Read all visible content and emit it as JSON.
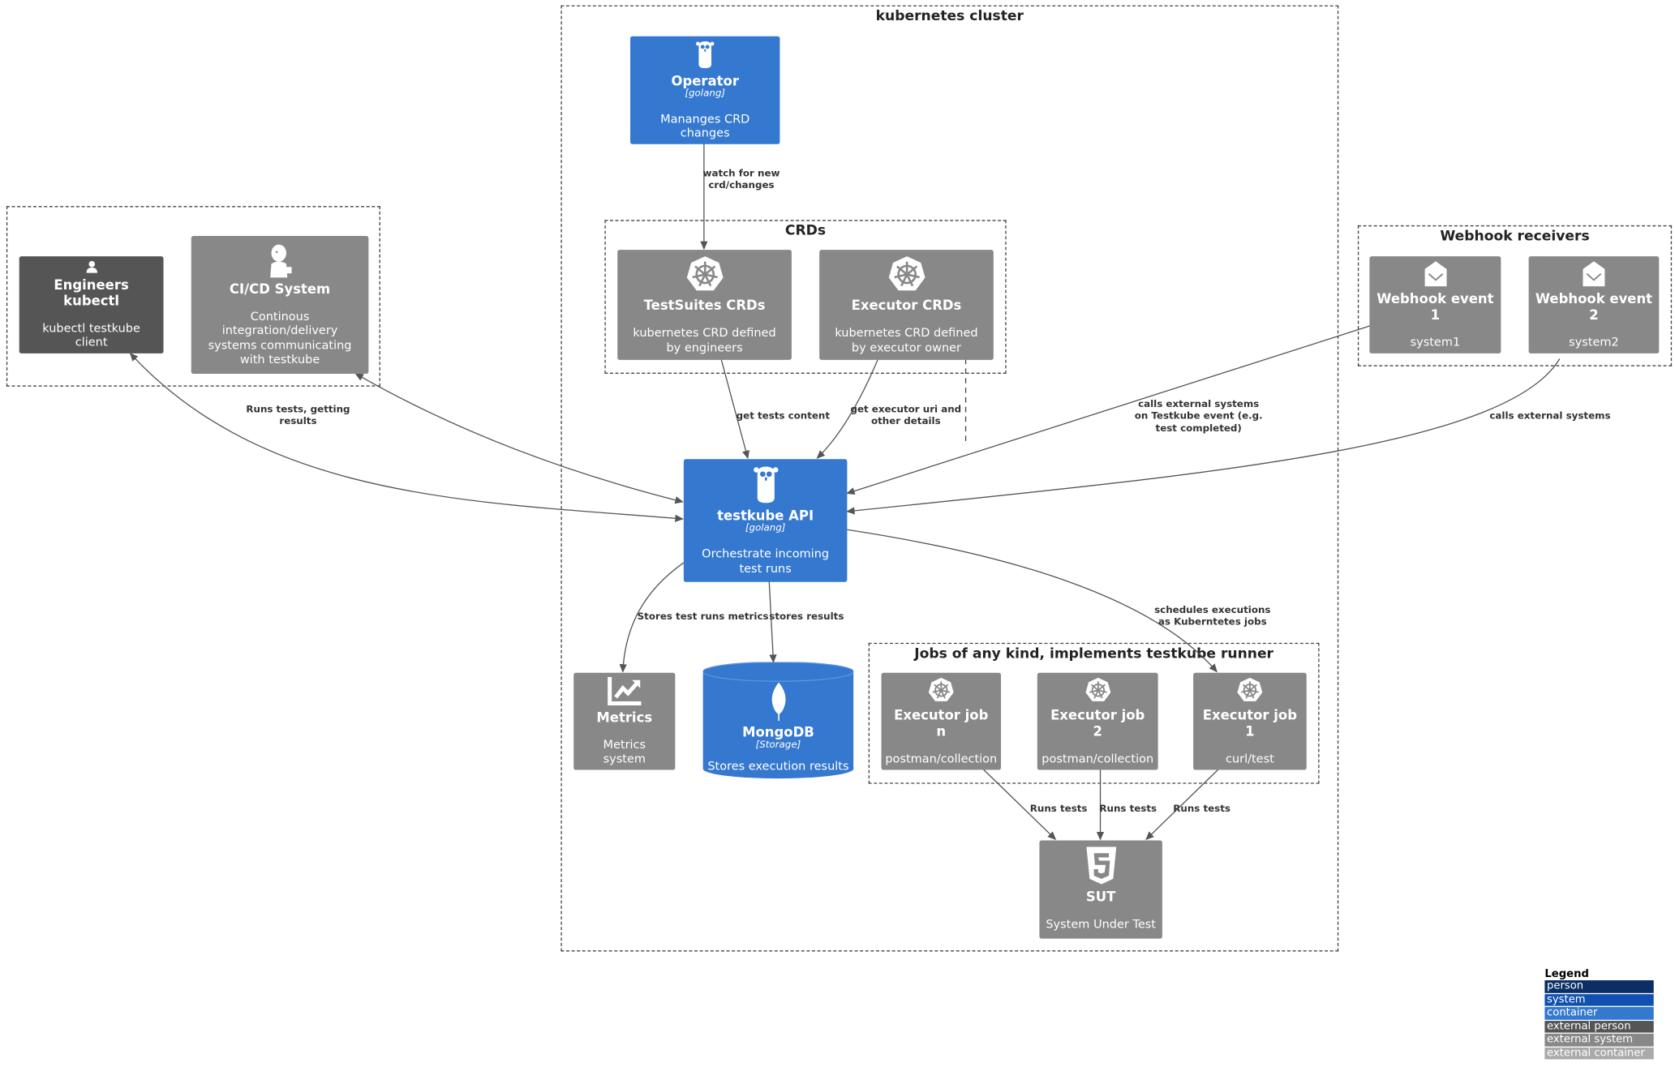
{
  "groups": {
    "cluster": "kubernetes cluster",
    "crds": "CRDs",
    "webhooks": "Webhook receivers",
    "jobs": "Jobs of any kind, implements testkube runner"
  },
  "nodes": {
    "engineers": {
      "title": "Engineers kubectl",
      "desc": "kubectl testkube client",
      "icon": "person-icon"
    },
    "cicd": {
      "title": "CI/CD System",
      "desc": "Continous integration/delivery systems communicating with testkube",
      "icon": "jenkins-icon"
    },
    "operator": {
      "title": "Operator",
      "tech": "[golang]",
      "desc": "Mananges CRD changes",
      "icon": "gopher-icon"
    },
    "testsuites": {
      "title": "TestSuites CRDs",
      "desc": "kubernetes CRD defined by engineers",
      "icon": "kubernetes-icon"
    },
    "executor_crds": {
      "title": "Executor CRDs",
      "desc": "kubernetes CRD defined by executor owner",
      "icon": "kubernetes-icon"
    },
    "webhook1": {
      "title": "Webhook event 1",
      "desc": "system1",
      "icon": "envelope-icon"
    },
    "webhook2": {
      "title": "Webhook event 2",
      "desc": "system2",
      "icon": "envelope-icon"
    },
    "api": {
      "title": "testkube API",
      "tech": "[golang]",
      "desc": "Orchestrate incoming test runs",
      "icon": "gopher-icon"
    },
    "metrics": {
      "title": "Metrics",
      "desc": "Metrics system",
      "icon": "chart-icon"
    },
    "mongodb": {
      "title": "MongoDB",
      "tech": "[Storage]",
      "desc": "Stores execution results",
      "icon": "mongodb-leaf-icon"
    },
    "job_n": {
      "title": "Executor job n",
      "desc": "postman/collection",
      "icon": "kubernetes-icon"
    },
    "job_2": {
      "title": "Executor job 2",
      "desc": "postman/collection",
      "icon": "kubernetes-icon"
    },
    "job_1": {
      "title": "Executor job 1",
      "desc": "curl/test",
      "icon": "kubernetes-icon"
    },
    "sut": {
      "title": "SUT",
      "desc": "System Under Test",
      "icon": "html5-icon"
    }
  },
  "edges": {
    "operator_crds": "watch for new\ncrd/changes",
    "testsuites_api": "get tests content",
    "executor_api": "get executor uri and\nother details",
    "api_webhook1": "calls external systems\non Testkube event (e.g.\ntest completed)",
    "api_webhook2": "calls external systems",
    "clients_api": "Runs tests, getting\nresults",
    "api_metrics": "Stores test runs metrics",
    "api_mongo": "stores results",
    "api_jobs": "schedules executions\nas Kuberntetes jobs",
    "jobn_sut": "Runs tests",
    "job2_sut": "Runs tests",
    "job1_sut": "Runs tests"
  },
  "legend": {
    "title": "Legend",
    "items": [
      {
        "label": "person",
        "color": "#0b2e66"
      },
      {
        "label": "system",
        "color": "#1150b0"
      },
      {
        "label": "container",
        "color": "#3478cf"
      },
      {
        "label": "external person",
        "color": "#555555"
      },
      {
        "label": "external system",
        "color": "#888888"
      },
      {
        "label": "external container",
        "color": "#aaaaaa"
      }
    ]
  },
  "colors": {
    "container": "#3478cf",
    "external_system": "#888888",
    "external_person": "#555555"
  }
}
